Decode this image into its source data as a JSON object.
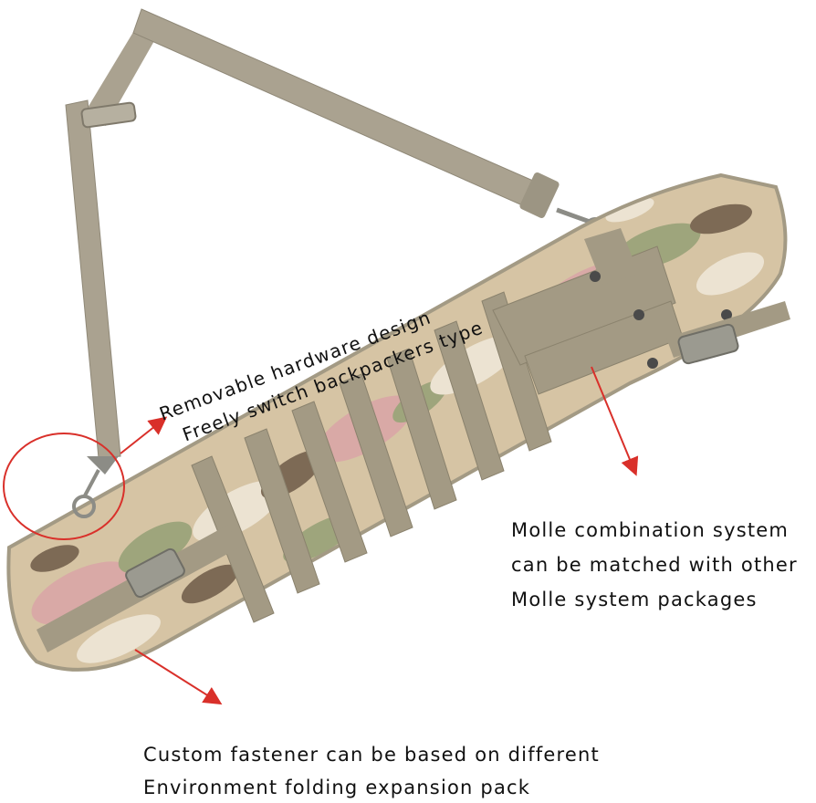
{
  "captions": {
    "hardware_line1": "Removable hardware design",
    "hardware_line2": "Freely switch backpackers type",
    "molle_line1": "Molle combination system",
    "molle_line2": "can be matched with other",
    "molle_line3": "Molle system packages",
    "fastener_line1": "Custom fastener can be based on different",
    "fastener_line2": "Environment folding expansion pack"
  },
  "colors": {
    "strap": "#aaa290",
    "strap_dark": "#8f8877",
    "camo_base": "#d6c4a4",
    "camo_pink": "#d9a9a6",
    "camo_green": "#9ea57c",
    "camo_brown": "#7d6a55",
    "camo_light": "#ece3d2",
    "webbing": "#a39a84",
    "buckle": "#9b9a90",
    "arrow": "#d9302a",
    "text": "#111111"
  }
}
